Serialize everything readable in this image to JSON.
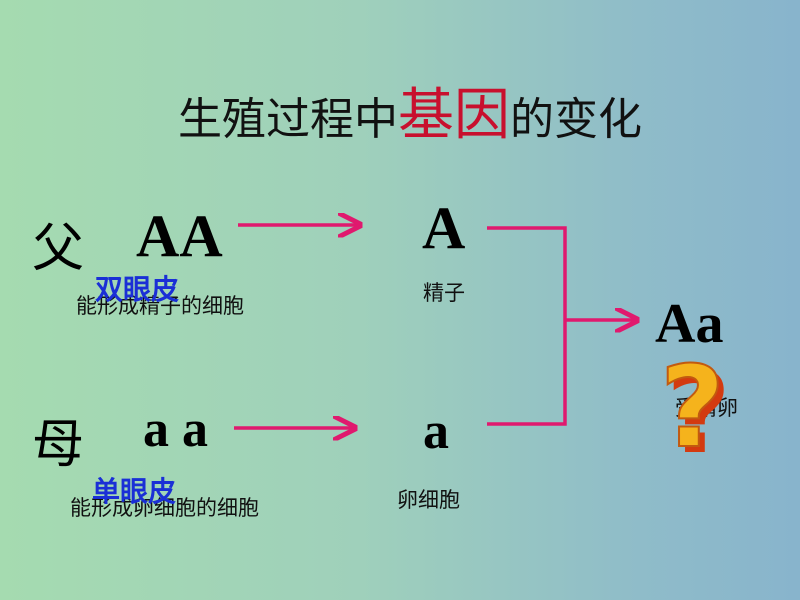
{
  "title": {
    "part1": "生殖过程中",
    "highlight": "基因",
    "part2": "的变化"
  },
  "father": {
    "label": "父",
    "genotype": "AA",
    "trait": "双眼皮",
    "cell_desc": "能形成精子的细胞",
    "gamete_allele": "A",
    "gamete_name": "精子"
  },
  "mother": {
    "label": "母",
    "genotype": "a a",
    "trait": "单眼皮",
    "cell_desc": "能形成卵细胞的细胞",
    "gamete_allele": "a",
    "gamete_name": "卵细胞"
  },
  "offspring": {
    "genotype": "Aa",
    "label": "受精卵"
  },
  "question_mark": "?",
  "colors": {
    "arrow": "#e0196e",
    "title_highlight": "#c8102e",
    "trait_text": "#1a2fd6",
    "question_fill": "#f5b31c",
    "question_shadow": "#d33a10"
  }
}
